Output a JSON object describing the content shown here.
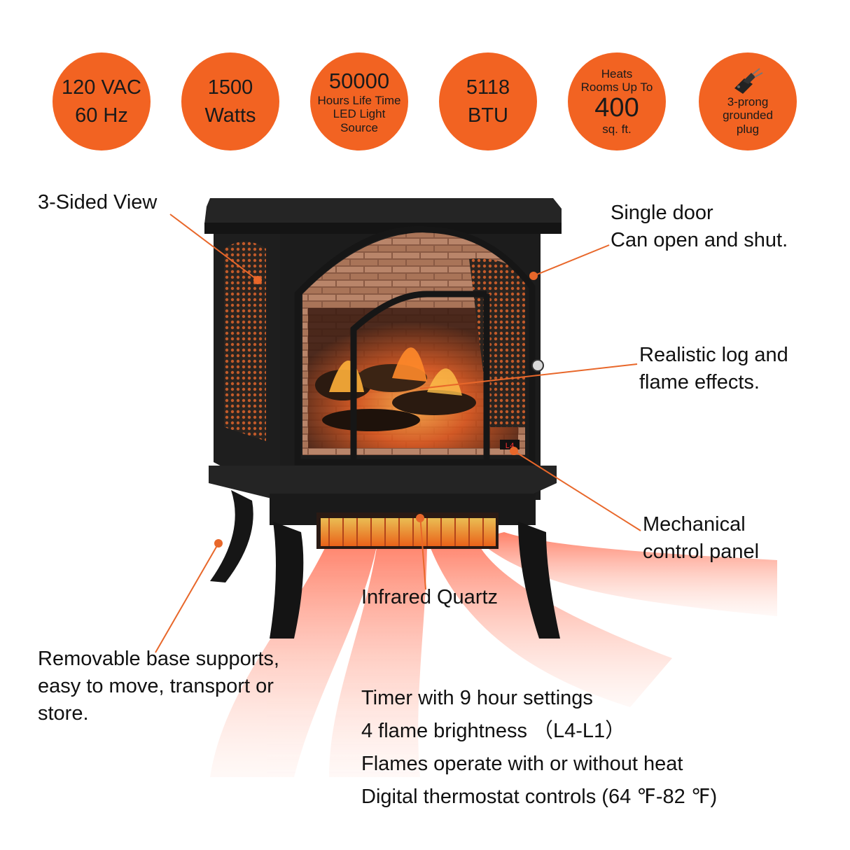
{
  "badges": [
    {
      "lines": [
        "120 VAC",
        "60 Hz"
      ]
    },
    {
      "lines": [
        "1500",
        "Watts"
      ]
    },
    {
      "lines": [
        "50000",
        "Hours Life Time",
        "LED Light",
        "Source"
      ]
    },
    {
      "lines": [
        "5118",
        "BTU"
      ]
    },
    {
      "lines": [
        "Heats",
        "Rooms Up To",
        "400",
        "sq. ft."
      ]
    },
    {
      "icon": "three-prong-plug-icon",
      "lines": [
        "3-prong",
        "grounded",
        "plug"
      ]
    }
  ],
  "callouts": {
    "three_sided": "3-Sided View",
    "single_door": [
      "Single door",
      "Can open and shut."
    ],
    "log_flame": [
      "Realistic log and",
      "flame effects."
    ],
    "control_panel": [
      "Mechanical",
      "control panel"
    ],
    "infrared": "Infrared Quartz",
    "base": [
      "Removable base supports,",
      "easy to move, transport or",
      "store."
    ]
  },
  "specs": [
    "Timer with 9 hour settings",
    "4 flame brightness （L4-L1）",
    "Flames operate with or without heat",
    "Digital thermostat controls (64 ℉-82 ℉)"
  ],
  "display_readout": "L4",
  "colors": {
    "badge": "#f26322",
    "leader": "#e8672a",
    "heater_body": "#1c1c1c",
    "glow": "#ff6a3d"
  }
}
